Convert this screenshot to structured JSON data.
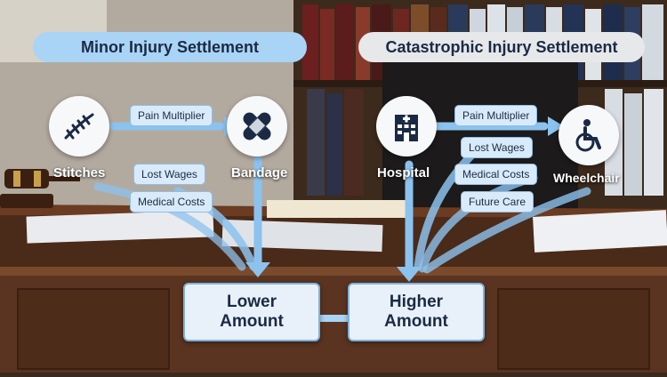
{
  "titles": {
    "minor": "Minor Injury Settlement",
    "catastrophic": "Catastrophic Injury Settlement"
  },
  "nodes": {
    "stitches": "Stitches",
    "bandage": "Bandage",
    "hospital": "Hospital",
    "wheelchair": "Wheelchair"
  },
  "tags": {
    "minor_pain": "Pain Multiplier",
    "minor_wages": "Lost Wages",
    "minor_medical": "Medical Costs",
    "cat_pain": "Pain Multiplier",
    "cat_wages": "Lost Wages",
    "cat_medical": "Medical Costs",
    "cat_future": "Future Care"
  },
  "results": {
    "lower_line1": "Lower",
    "lower_line2": "Amount",
    "higher_line1": "Higher",
    "higher_line2": "Amount"
  },
  "colors": {
    "accent_blue": "#a9d4f5",
    "arrow_blue": "#8cc2ee",
    "text_dark": "#1b2a44",
    "desk_wood": "#5a3420"
  },
  "icons": [
    "stitches-icon",
    "bandage-icon",
    "hospital-icon",
    "wheelchair-icon",
    "gavel-icon"
  ]
}
